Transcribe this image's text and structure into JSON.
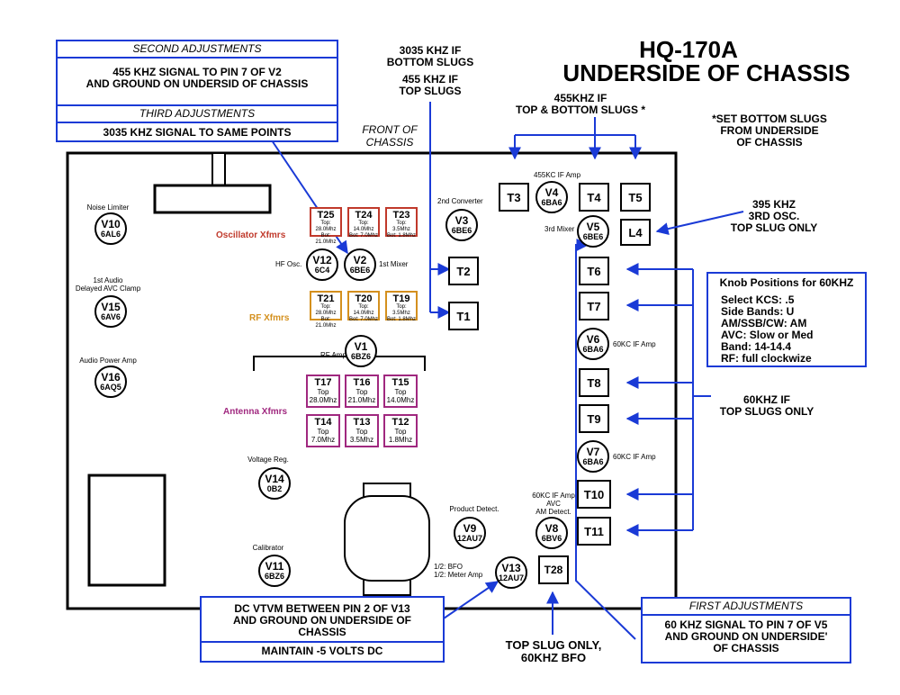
{
  "title": {
    "line1": "HQ-170A",
    "line2": "UNDERSIDE OF CHASSIS"
  },
  "front_of_chassis": {
    "line1": "FRONT OF",
    "line2": "CHASSIS"
  },
  "notes": {
    "if_3035_l1": "3035 KHZ IF",
    "if_3035_l2": "BOTTOM SLUGS",
    "if_455_l1": "455 KHZ IF",
    "if_455_l2": "TOP SLUGS",
    "if455_tb_l1": "455KHZ IF",
    "if455_tb_l2": "TOP & BOTTOM SLUGS *",
    "star_l1": "*SET BOTTOM SLUGS",
    "star_l2": "FROM UNDERSIDE",
    "star_l3": "OF CHASSIS",
    "osc395_l1": "395 KHZ",
    "osc395_l2": "3RD OSC.",
    "osc395_l3": "TOP SLUG ONLY",
    "if60_l1": "60KHZ IF",
    "if60_l2": "TOP SLUGS ONLY",
    "bfo_l1": "TOP  SLUG ONLY,",
    "bfo_l2": "60KHZ BFO"
  },
  "adjust": {
    "second_header": "SECOND ADJUSTMENTS",
    "second_l1": "455 KHZ SIGNAL TO PIN 7 OF V2",
    "second_l2": "AND GROUND ON UNDERSID OF  CHASSIS",
    "third_header": "THIRD ADJUSTMENTS",
    "third_l1": "3035 KHZ SIGNAL TO SAME POINTS",
    "first_header": "FIRST ADJUSTMENTS",
    "first_l1": "60 KHZ SIGNAL TO PIN 7 OF V5",
    "first_l2": "AND GROUND ON UNDERSIDE'",
    "first_l3": "OF CHASSIS",
    "vtvm_l1": "DC VTVM BETWEEN PIN 2 OF V13",
    "vtvm_l2": "AND GROUND ON UNDERSIDE OF",
    "vtvm_l3": "CHASSIS",
    "vtvm_l4": "MAINTAIN -5 VOLTS DC"
  },
  "knob": {
    "title": "Knob Positions for 60KHZ",
    "l1": "Select KCS:  .5",
    "l2": "Side Bands:  U",
    "l3": "AM/SSB/CW:  AM",
    "l4": "AVC:    Slow or Med",
    "l5": "Band: 14-14.4",
    "l6": "RF:      full clockwize"
  },
  "labels": {
    "noise_limiter": "Noise Limiter",
    "first_audio_l1": "1st Audio",
    "first_audio_l2": "Delayed AVC Clamp",
    "audio_power": "Audio Power Amp",
    "voltage_reg": "Voltage Reg.",
    "calibrator": "Calibrator",
    "hf_osc": "HF Osc.",
    "first_mixer": "1st Mixer",
    "second_conv": "2nd Converter",
    "if455_amp": "455KC IF Amp",
    "third_mixer": "3rd Mixer",
    "if60_amp1": "60KC IF Amp",
    "if60_amp2": "60KC IF Amp",
    "rf_amp": "RF Amp",
    "product_det": "Product Detect.",
    "v8_l1": "60KC IF Amp",
    "v8_l2": "AVC",
    "v8_l3": "AM Detect.",
    "v13_l1": "1/2: BFO",
    "v13_l2": "1/2: Meter Amp",
    "osc_xfmrs": "Oscillator Xfmrs",
    "rf_xfmrs": "RF Xfmrs",
    "ant_xfmrs": "Antenna Xfmrs"
  },
  "tubes": {
    "V10": {
      "name": "V10",
      "type": "6AL6"
    },
    "V15": {
      "name": "V15",
      "type": "6AV6"
    },
    "V16": {
      "name": "V16",
      "type": "6AQ5"
    },
    "V14": {
      "name": "V14",
      "type": "0B2"
    },
    "V11": {
      "name": "V11",
      "type": "6BZ6"
    },
    "V12": {
      "name": "V12",
      "type": "6C4"
    },
    "V2": {
      "name": "V2",
      "type": "6BE6"
    },
    "V1": {
      "name": "V1",
      "type": "6BZ6"
    },
    "V3": {
      "name": "V3",
      "type": "6BE6"
    },
    "V4": {
      "name": "V4",
      "type": "6BA6"
    },
    "V5": {
      "name": "V5",
      "type": "6BE6"
    },
    "V6": {
      "name": "V6",
      "type": "6BA6"
    },
    "V7": {
      "name": "V7",
      "type": "6BA6"
    },
    "V8": {
      "name": "V8",
      "type": "6BV6"
    },
    "V9": {
      "name": "V9",
      "type": "12AU7"
    },
    "V13": {
      "name": "V13",
      "type": "12AU7"
    }
  },
  "transformers": {
    "T1": "T1",
    "T2": "T2",
    "T3": "T3",
    "T4": "T4",
    "T5": "T5",
    "L4": "L4",
    "T6": "T6",
    "T7": "T7",
    "T8": "T8",
    "T9": "T9",
    "T10": "T10",
    "T11": "T11",
    "T28": "T28"
  },
  "osc_xfmrs": [
    {
      "name": "T25",
      "l1": "Top: 28.0Mhz",
      "l2": "Bot: 21.0Mhz"
    },
    {
      "name": "T24",
      "l1": "Top: 14.0Mhz",
      "l2": "Bot: 7.0Mhz"
    },
    {
      "name": "T23",
      "l1": "Top: 3.5Mhz",
      "l2": "Bot: 1.8Mhz"
    }
  ],
  "rf_xfmrs": [
    {
      "name": "T21",
      "l1": "Top: 28.0Mhz",
      "l2": "Bot: 21.0Mhz"
    },
    {
      "name": "T20",
      "l1": "Top: 14.0Mhz",
      "l2": "Bot: 7.0Mhz"
    },
    {
      "name": "T19",
      "l1": "Top: 3.5Mhz",
      "l2": "Bot: 1.8Mhz"
    }
  ],
  "ant_xfmrs": [
    {
      "name": "T17",
      "l1": "Top",
      "l2": "28.0Mhz"
    },
    {
      "name": "T16",
      "l1": "Top",
      "l2": "21.0Mhz"
    },
    {
      "name": "T15",
      "l1": "Top",
      "l2": "14.0Mhz"
    },
    {
      "name": "T14",
      "l1": "Top",
      "l2": "7.0Mhz"
    },
    {
      "name": "T13",
      "l1": "Top",
      "l2": "3.5Mhz"
    },
    {
      "name": "T12",
      "l1": "Top",
      "l2": "1.8Mhz"
    }
  ],
  "colors": {
    "blue": "#1a3ad6",
    "osc": "#c0392b",
    "rf": "#d4901e",
    "ant": "#a0287f"
  }
}
